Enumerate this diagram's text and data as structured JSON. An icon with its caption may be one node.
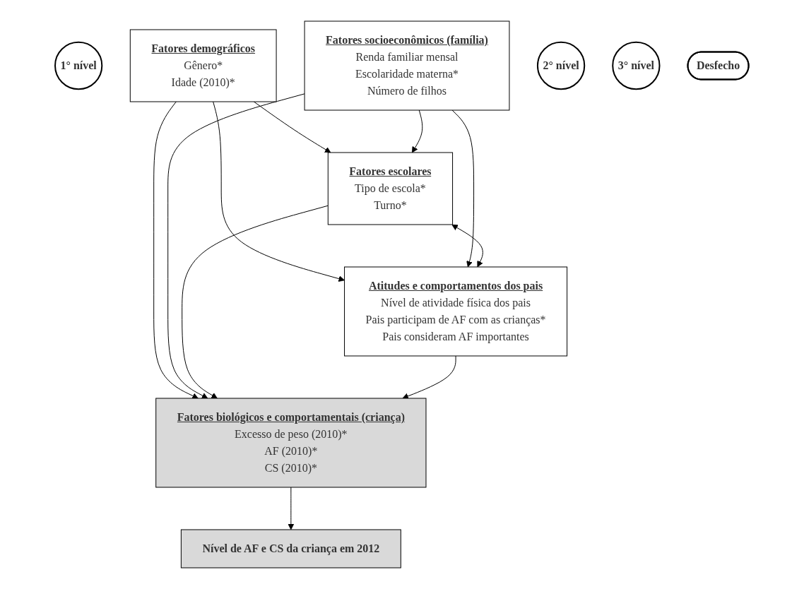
{
  "diagram": {
    "nodes": [
      {
        "text": [
          "1° nível"
        ]
      },
      {
        "text": [
          "Fatores demográficos",
          "Gênero*",
          "Idade (2010)*"
        ]
      },
      {
        "text": [
          "Fatores socioeconômicos (família)",
          "Renda familiar mensal",
          "Escolaridade materna*",
          "Número de filhos"
        ]
      },
      {
        "text": [
          "2° nível"
        ]
      },
      {
        "text": [
          "Fatores escolares",
          "Tipo de escola*",
          "Turno*"
        ]
      },
      {
        "text": [
          "Atitudes e comportamentos dos pais",
          "Nível de atividade física dos pais",
          "Pais participam de AF com as crianças*",
          "Pais consideram AF importantes"
        ]
      },
      {
        "text": [
          "3° nível"
        ]
      },
      {
        "text": [
          "Fatores biológicos e comportamentais (criança)",
          "Excesso de peso (2010)*",
          "AF (2010)*",
          "CS (2010)*"
        ]
      },
      {
        "text": [
          "Desfecho"
        ]
      },
      {
        "text": [
          "Nível de AF e CS da criança em 2012"
        ]
      }
    ],
    "edges": [
      {
        "from": 1,
        "to": 4,
        "arrow": "to"
      },
      {
        "from": 1,
        "to": 5,
        "arrow": "to"
      },
      {
        "from": 1,
        "to": 7,
        "arrow": "to"
      },
      {
        "from": 2,
        "to": 4,
        "arrow": "to"
      },
      {
        "from": 2,
        "to": 5,
        "arrow": "to"
      },
      {
        "from": 2,
        "to": 7,
        "arrow": "to"
      },
      {
        "from": 4,
        "to": 5,
        "arrow": "both"
      },
      {
        "from": 4,
        "to": 7,
        "arrow": "to"
      },
      {
        "from": 5,
        "to": 7,
        "arrow": "to"
      },
      {
        "from": 7,
        "to": 9,
        "arrow": "to"
      }
    ]
  }
}
